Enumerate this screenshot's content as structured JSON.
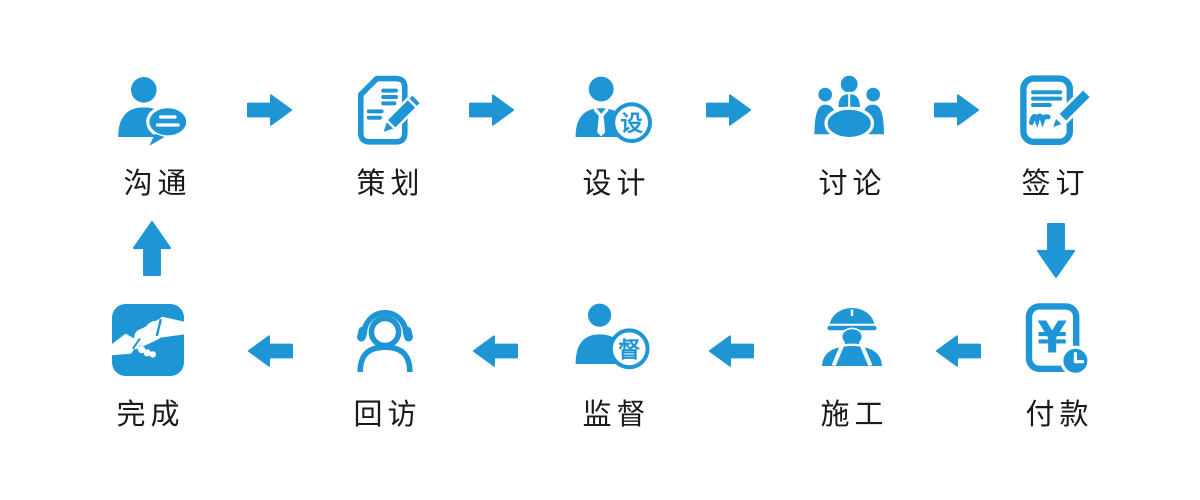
{
  "colors": {
    "accent": "#1E96D5",
    "label": "#1A1A1A",
    "background": "#FFFFFF"
  },
  "flow_direction": {
    "top_row": "left-to-right",
    "bottom_row": "right-to-left",
    "loop": "closed-cycle"
  },
  "steps": {
    "top": [
      {
        "label": "沟通",
        "icon": "person-chat-icon"
      },
      {
        "label": "策划",
        "icon": "document-pencil-icon"
      },
      {
        "label": "设计",
        "icon": "designer-badge-icon",
        "badge": "设"
      },
      {
        "label": "讨论",
        "icon": "meeting-table-icon"
      },
      {
        "label": "签订",
        "icon": "contract-pen-icon"
      }
    ],
    "bottom": [
      {
        "label": "完成",
        "icon": "handshake-icon"
      },
      {
        "label": "回访",
        "icon": "headset-person-icon"
      },
      {
        "label": "监督",
        "icon": "supervisor-badge-icon",
        "badge": "督"
      },
      {
        "label": "施工",
        "icon": "worker-helmet-icon"
      },
      {
        "label": "付款",
        "icon": "payment-clock-icon",
        "symbol": "¥"
      }
    ]
  }
}
